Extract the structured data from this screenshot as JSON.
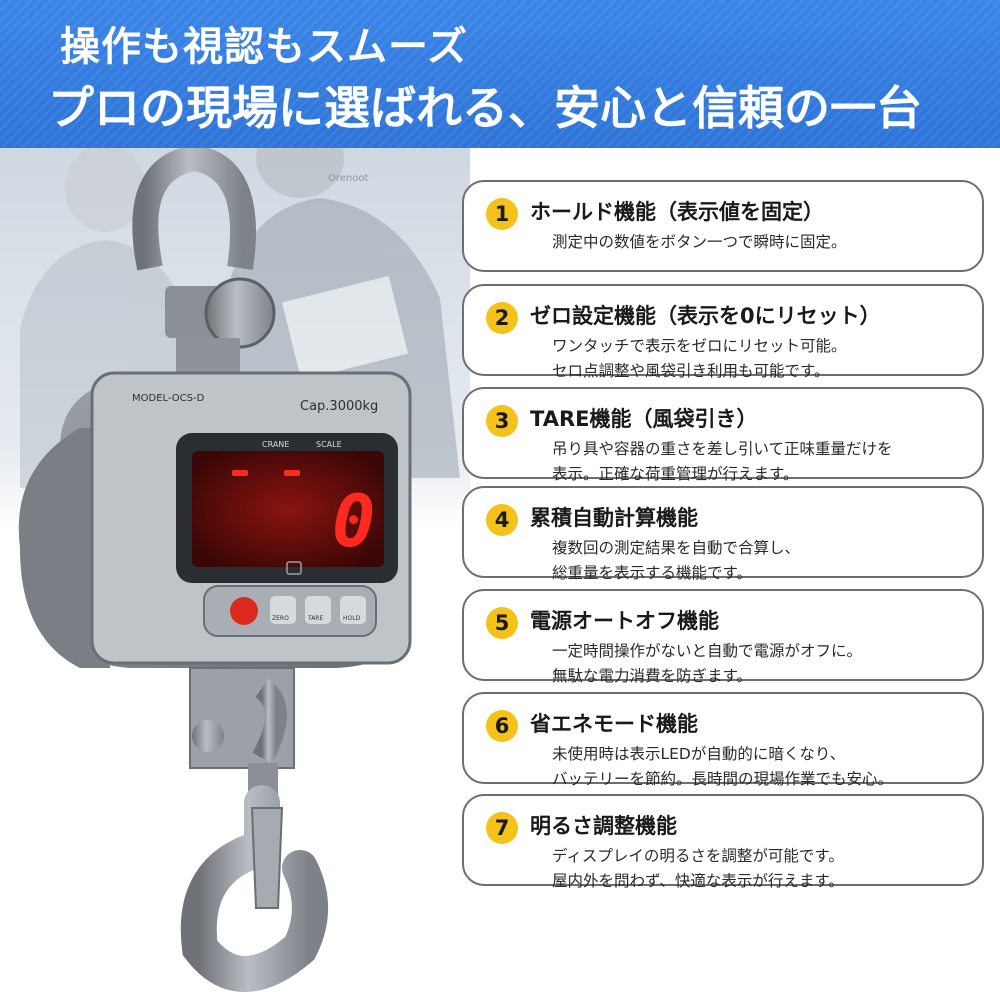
{
  "banner": {
    "line1": "操作も視認もスムーズ",
    "line2": "プロの現場に選ばれる、安心と信頼の一台"
  },
  "product": {
    "model_label": "MODEL-OCS-D",
    "capacity_label": "Cap.3000kg",
    "display_label_left": "CRANE",
    "display_label_right": "SCALE",
    "display_value": "0",
    "worker_logo_text": "Orenoot",
    "buttons": {
      "zero": "ZERO",
      "tare": "TARE",
      "hold": "HOLD"
    }
  },
  "colors": {
    "banner": "#2f74d8",
    "number_badge": "#f5c21a",
    "card_border": "#6e6e6e",
    "led": "#ff2a1f"
  },
  "features": [
    {
      "num": "1",
      "title": "ホールド機能（表示値を固定）",
      "lines": [
        "測定中の数値をボタン一つで瞬時に固定。"
      ]
    },
    {
      "num": "2",
      "title": "ゼロ設定機能（表示を0にリセット）",
      "lines": [
        "ワンタッチで表示をゼロにリセット可能。",
        "セロ点調整や風袋引き利用も可能です。"
      ]
    },
    {
      "num": "3",
      "title": "TARE機能（風袋引き）",
      "lines": [
        "吊り具や容器の重さを差し引いて正味重量だけを",
        "表示。正確な荷重管理が行えます。"
      ]
    },
    {
      "num": "4",
      "title": "累積自動計算機能",
      "lines": [
        "複数回の測定結果を自動で合算し、",
        "総重量を表示する機能です。"
      ]
    },
    {
      "num": "5",
      "title": "電源オートオフ機能",
      "lines": [
        "一定時間操作がないと自動で電源がオフに。",
        "無駄な電力消費を防ぎます。"
      ]
    },
    {
      "num": "6",
      "title": "省エネモード機能",
      "lines": [
        "未使用時は表示LEDが自動的に暗くなり、",
        "バッテリーを節約。長時間の現場作業でも安心。"
      ]
    },
    {
      "num": "7",
      "title": "明るさ調整機能",
      "lines": [
        "ディスプレイの明るさを調整が可能です。",
        "屋内外を問わず、快適な表示が行えます。"
      ]
    }
  ]
}
